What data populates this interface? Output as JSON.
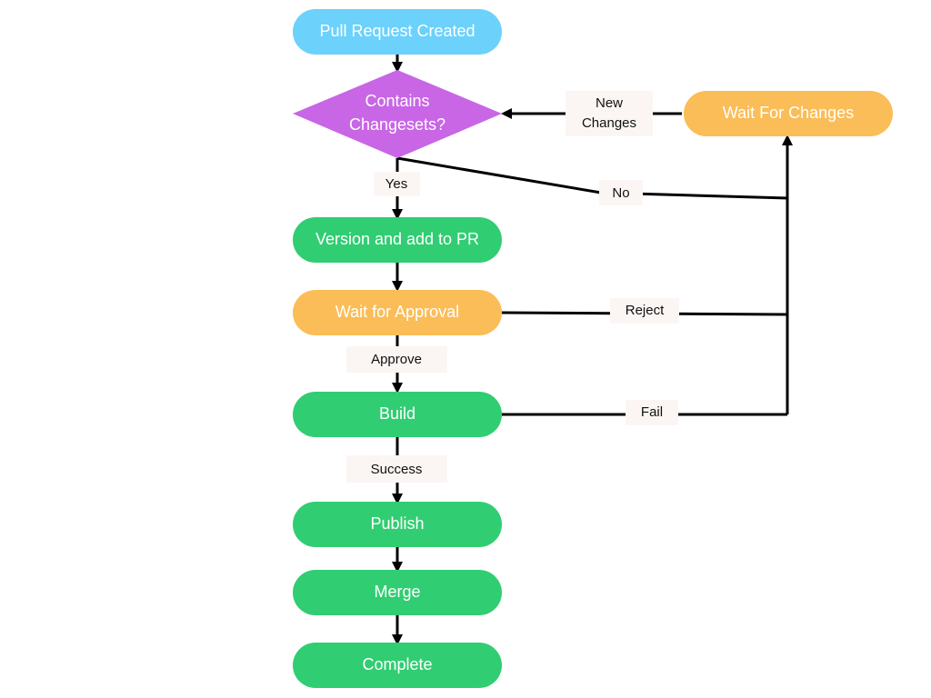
{
  "colors": {
    "start": "#6cd1fb",
    "decision": "#c866e6",
    "wait": "#fbbd57",
    "process": "#31cd72",
    "line": "#000000",
    "label_bg": "#fbf6f4"
  },
  "nodes": {
    "pr_created": "Pull Request Created",
    "contains_changesets_line1": "Contains",
    "contains_changesets_line2": "Changesets?",
    "wait_for_changes": "Wait For Changes",
    "version": "Version and add to PR",
    "wait_approval": "Wait for Approval",
    "build": "Build",
    "publish": "Publish",
    "merge": "Merge",
    "complete": "Complete"
  },
  "edges": {
    "new_changes_line1": "New",
    "new_changes_line2": "Changes",
    "yes": "Yes",
    "no": "No",
    "reject": "Reject",
    "approve": "Approve",
    "fail": "Fail",
    "success": "Success"
  }
}
